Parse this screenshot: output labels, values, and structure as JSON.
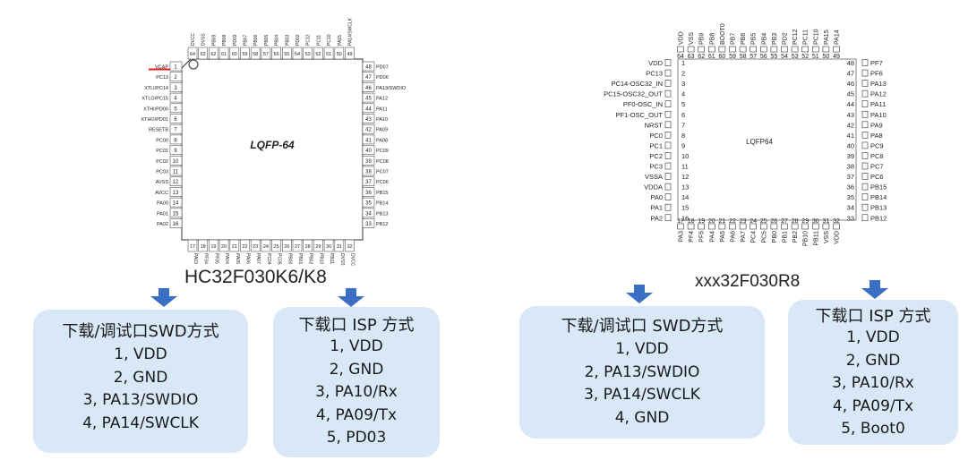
{
  "left_chip": {
    "package_label": "LQFP-64",
    "caption": "HC32F030K6/K8",
    "left_pins": [
      {
        "num": "1",
        "name": "VCAP"
      },
      {
        "num": "2",
        "name": "PC13"
      },
      {
        "num": "3",
        "name": "XTLI/PC14"
      },
      {
        "num": "4",
        "name": "XTLO/PC15"
      },
      {
        "num": "5",
        "name": "XTHI/PD00"
      },
      {
        "num": "6",
        "name": "XTHO/PD01"
      },
      {
        "num": "7",
        "name": "RESETB"
      },
      {
        "num": "8",
        "name": "PC00"
      },
      {
        "num": "9",
        "name": "PC01"
      },
      {
        "num": "10",
        "name": "PC02"
      },
      {
        "num": "11",
        "name": "PC03"
      },
      {
        "num": "12",
        "name": "AVSS"
      },
      {
        "num": "13",
        "name": "AVCC"
      },
      {
        "num": "14",
        "name": "PA00"
      },
      {
        "num": "15",
        "name": "PA01"
      },
      {
        "num": "16",
        "name": "PA02"
      }
    ],
    "bottom_pins": [
      {
        "num": "17",
        "name": "PA03"
      },
      {
        "num": "18",
        "name": "PF04"
      },
      {
        "num": "19",
        "name": "PF05"
      },
      {
        "num": "20",
        "name": "PA04"
      },
      {
        "num": "21",
        "name": "PA05"
      },
      {
        "num": "22",
        "name": "PA06"
      },
      {
        "num": "23",
        "name": "PA07"
      },
      {
        "num": "24",
        "name": "PC04"
      },
      {
        "num": "25",
        "name": "PC05"
      },
      {
        "num": "26",
        "name": "PB00"
      },
      {
        "num": "27",
        "name": "PB01"
      },
      {
        "num": "28",
        "name": "PB02"
      },
      {
        "num": "29",
        "name": "PB10"
      },
      {
        "num": "30",
        "name": "PB11"
      },
      {
        "num": "31",
        "name": "DVSS"
      },
      {
        "num": "32",
        "name": "DVCC"
      }
    ],
    "right_pins": [
      {
        "num": "48",
        "name": "PD07"
      },
      {
        "num": "47",
        "name": "PD06"
      },
      {
        "num": "46",
        "name": "PA13/SWDIO"
      },
      {
        "num": "45",
        "name": "PA12"
      },
      {
        "num": "44",
        "name": "PA11"
      },
      {
        "num": "43",
        "name": "PA10"
      },
      {
        "num": "42",
        "name": "PA09"
      },
      {
        "num": "41",
        "name": "PA08"
      },
      {
        "num": "40",
        "name": "PC09"
      },
      {
        "num": "39",
        "name": "PC08"
      },
      {
        "num": "38",
        "name": "PC07"
      },
      {
        "num": "37",
        "name": "PC06"
      },
      {
        "num": "36",
        "name": "PB15"
      },
      {
        "num": "35",
        "name": "PB14"
      },
      {
        "num": "34",
        "name": "PB13"
      },
      {
        "num": "33",
        "name": "PB12"
      }
    ],
    "top_pins": [
      {
        "num": "64",
        "name": "DVCC"
      },
      {
        "num": "63",
        "name": "DVSS"
      },
      {
        "num": "62",
        "name": "PB09"
      },
      {
        "num": "61",
        "name": "PB08"
      },
      {
        "num": "60",
        "name": "PD03"
      },
      {
        "num": "59",
        "name": "PB07"
      },
      {
        "num": "58",
        "name": "PB06"
      },
      {
        "num": "57",
        "name": "PB05"
      },
      {
        "num": "56",
        "name": "PB04"
      },
      {
        "num": "55",
        "name": "PB03"
      },
      {
        "num": "54",
        "name": "PD02"
      },
      {
        "num": "53",
        "name": "PC12"
      },
      {
        "num": "52",
        "name": "PC11"
      },
      {
        "num": "51",
        "name": "PC10"
      },
      {
        "num": "50",
        "name": "PA15"
      },
      {
        "num": "49",
        "name": "PA14/SWCLK"
      }
    ]
  },
  "right_chip": {
    "package_label": "LQFP64",
    "caption": "xxx32F030R8",
    "left_pins": [
      {
        "num": "1",
        "name": "VDD"
      },
      {
        "num": "2",
        "name": "PC13"
      },
      {
        "num": "3",
        "name": "PC14-OSC32_IN"
      },
      {
        "num": "4",
        "name": "PC15-OSC32_OUT"
      },
      {
        "num": "5",
        "name": "PF0-OSC_IN"
      },
      {
        "num": "6",
        "name": "PF1-OSC_OUT"
      },
      {
        "num": "7",
        "name": "NRST"
      },
      {
        "num": "8",
        "name": "PC0"
      },
      {
        "num": "9",
        "name": "PC1"
      },
      {
        "num": "10",
        "name": "PC2"
      },
      {
        "num": "11",
        "name": "PC3"
      },
      {
        "num": "12",
        "name": "VSSA"
      },
      {
        "num": "13",
        "name": "VDDA"
      },
      {
        "num": "14",
        "name": "PA0"
      },
      {
        "num": "15",
        "name": "PA1"
      },
      {
        "num": "16",
        "name": "PA2"
      }
    ],
    "bottom_pins": [
      {
        "num": "17",
        "name": "PA3"
      },
      {
        "num": "18",
        "name": "PF4"
      },
      {
        "num": "19",
        "name": "PF5"
      },
      {
        "num": "20",
        "name": "PA4"
      },
      {
        "num": "21",
        "name": "PA5"
      },
      {
        "num": "22",
        "name": "PA6"
      },
      {
        "num": "23",
        "name": "PA7"
      },
      {
        "num": "24",
        "name": "PC4"
      },
      {
        "num": "25",
        "name": "PC5"
      },
      {
        "num": "26",
        "name": "PB0"
      },
      {
        "num": "27",
        "name": "PB1"
      },
      {
        "num": "28",
        "name": "PB2"
      },
      {
        "num": "29",
        "name": "PB10"
      },
      {
        "num": "30",
        "name": "PB11"
      },
      {
        "num": "31",
        "name": "VSS"
      },
      {
        "num": "32",
        "name": "VDD"
      }
    ],
    "right_pins": [
      {
        "num": "48",
        "name": "PF7"
      },
      {
        "num": "47",
        "name": "PF6"
      },
      {
        "num": "46",
        "name": "PA13"
      },
      {
        "num": "45",
        "name": "PA12"
      },
      {
        "num": "44",
        "name": "PA11"
      },
      {
        "num": "43",
        "name": "PA10"
      },
      {
        "num": "42",
        "name": "PA9"
      },
      {
        "num": "41",
        "name": "PA8"
      },
      {
        "num": "40",
        "name": "PC9"
      },
      {
        "num": "39",
        "name": "PC8"
      },
      {
        "num": "38",
        "name": "PC7"
      },
      {
        "num": "37",
        "name": "PC6"
      },
      {
        "num": "36",
        "name": "PB15"
      },
      {
        "num": "35",
        "name": "PB14"
      },
      {
        "num": "34",
        "name": "PB13"
      },
      {
        "num": "33",
        "name": "PB12"
      }
    ],
    "top_pins": [
      {
        "num": "64",
        "name": "VDD"
      },
      {
        "num": "63",
        "name": "VSS"
      },
      {
        "num": "62",
        "name": "PB9"
      },
      {
        "num": "61",
        "name": "PB8"
      },
      {
        "num": "60",
        "name": "BOOT0"
      },
      {
        "num": "59",
        "name": "PB7"
      },
      {
        "num": "58",
        "name": "PB6"
      },
      {
        "num": "57",
        "name": "PB5"
      },
      {
        "num": "56",
        "name": "PB4"
      },
      {
        "num": "55",
        "name": "PB3"
      },
      {
        "num": "54",
        "name": "PD2"
      },
      {
        "num": "53",
        "name": "PC12"
      },
      {
        "num": "52",
        "name": "PC11"
      },
      {
        "num": "51",
        "name": "PC10"
      },
      {
        "num": "50",
        "name": "PA15"
      },
      {
        "num": "49",
        "name": "PA14"
      }
    ]
  },
  "boxes": [
    {
      "title": "下载/调试口SWD方式",
      "items": [
        "1, VDD",
        "2, GND",
        "3, PA13/SWDIO",
        "4, PA14/SWCLK"
      ]
    },
    {
      "title": "下载口 ISP 方式",
      "items": [
        "1, VDD",
        "2, GND",
        "3, PA10/Rx",
        "4, PA09/Tx",
        "5, PD03"
      ]
    },
    {
      "title": "下载/调试口 SWD方式",
      "items": [
        "1, VDD",
        "2, PA13/SWDIO",
        "3, PA14/SWCLK",
        "4, GND"
      ]
    },
    {
      "title": "下载口 ISP 方式",
      "items": [
        "1, VDD",
        "2, GND",
        "3, PA10/Rx",
        "4, PA09/Tx",
        "5, Boot0"
      ]
    }
  ],
  "colors": {
    "box_fill": "#d8e8f7",
    "arrow": "#3a6fc4",
    "vcap_underline": "#e02020"
  }
}
